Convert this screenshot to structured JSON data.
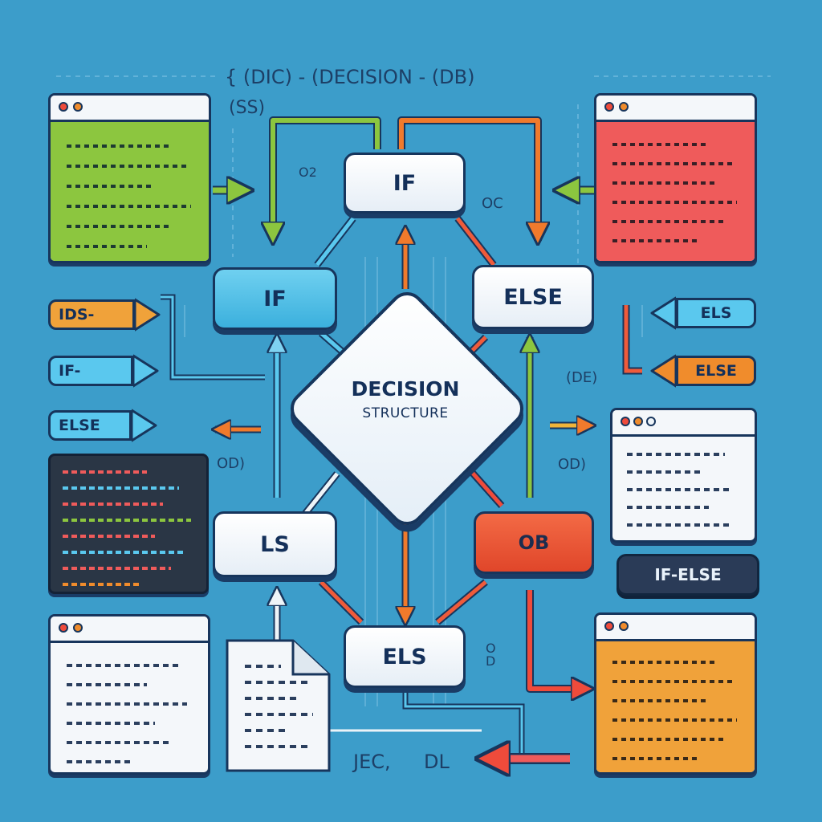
{
  "header": {
    "text": "{ (DIC) - (DECISION - (DB)",
    "sub": "(SS)"
  },
  "center": {
    "title": "DECISION",
    "subtitle": "STRUCTURE"
  },
  "nodes": {
    "top_if": "IF",
    "left_if": "IF",
    "right_else": "ELSE",
    "left_ls": "LS",
    "right_ob": "OB",
    "bottom_els": "ELS"
  },
  "left_tags": [
    "IDS-",
    "IF-",
    "ELSE"
  ],
  "right_tags": [
    "ELS",
    "ELSE"
  ],
  "pill": "IF-ELSE",
  "labels": {
    "o2": "O2",
    "oc": "OC",
    "de_paren": "(DE)",
    "od_left": "OD)",
    "od_right": "OD)",
    "od_bottom": "OD",
    "jec": "JEC,",
    "dl": "DL"
  },
  "colors": {
    "background": "#3c9dca",
    "navy": "#17355c",
    "green": "#8cc63f",
    "red": "#ef5b5b",
    "orange": "#f08c2c",
    "amber": "#f0a23a",
    "cyan": "#5ac8ee",
    "dark_panel": "#2a3645"
  },
  "windows": [
    {
      "name": "green-code-window",
      "color": "green"
    },
    {
      "name": "red-code-window",
      "color": "red"
    },
    {
      "name": "white-code-window-right",
      "color": "white"
    },
    {
      "name": "dark-code-window",
      "color": "dark"
    },
    {
      "name": "white-code-window-left",
      "color": "white"
    },
    {
      "name": "orange-code-window",
      "color": "amber"
    }
  ],
  "icons": [
    "document-icon",
    "arrow-icon"
  ]
}
